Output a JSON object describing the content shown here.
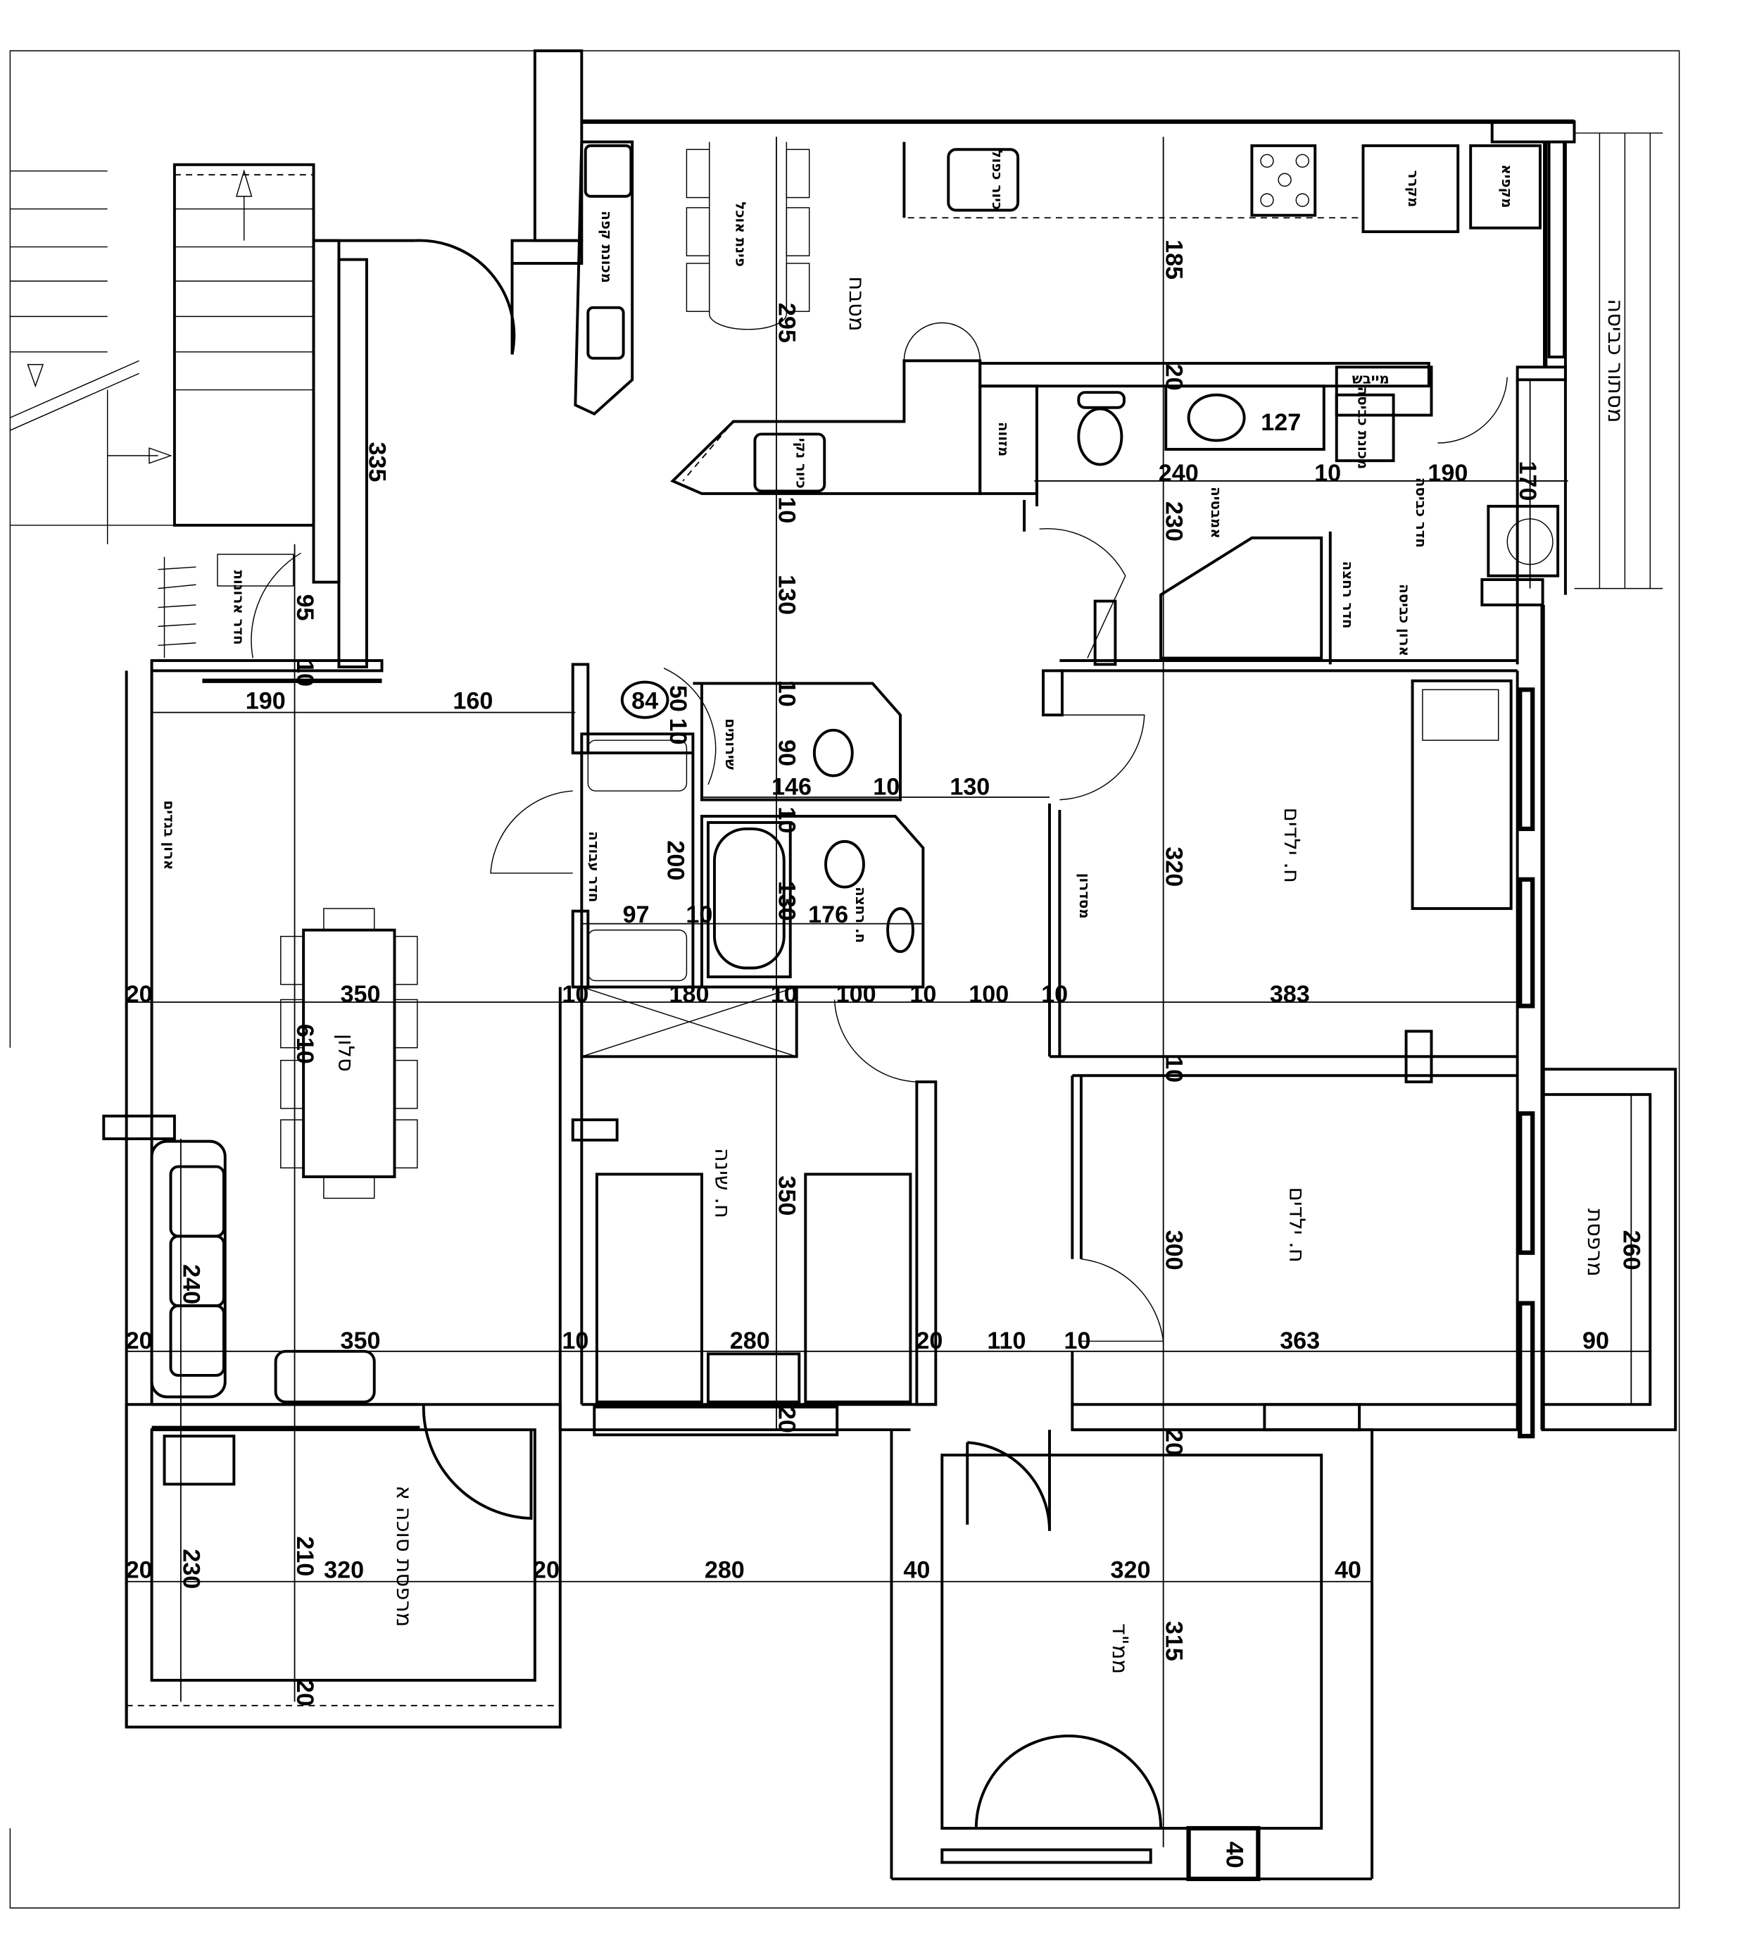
{
  "rooms": {
    "kitchen": "מטבח",
    "dining_corner": "פינת אוכל",
    "living": "סלון",
    "bedroom": "ח. שינה",
    "kids_room_1": "ח. ילדים",
    "kids_room_2": "ח. ילדים",
    "mamad": "ממ\"ד",
    "sukkah_balcony": "מרפסת סוכה א",
    "balcony": "מרפסת",
    "corridor": "מסדרון",
    "study": "חדר עבודה",
    "toilets": "שירותים",
    "shower_room": "ח. רחצה",
    "walk_in_closet": "חדר ארונות",
    "wardrobe": "ארון בגדים",
    "bathtub": "אמבטיה",
    "parents_bath": "חדר רחצה",
    "laundry_room": "חדר כביסה",
    "laundry_cabinet": "ארון כביסה",
    "laundry_screen": "מסתור כביסה"
  },
  "appliances": {
    "coffee_machine": "מכונת קפה",
    "kitchen_sink": "כיור כפול",
    "island_sink": "כיור נקי",
    "fridge": "מקרר",
    "freezer": "מקפיא",
    "pantry": "מזווה",
    "dryer": "מייבש",
    "washing_machine": "מכונת כביסה"
  },
  "dimensions": {
    "kitchen_v": [
      "295",
      "185",
      "20",
      "10",
      "130",
      "230"
    ],
    "bath_h": [
      "240",
      "10",
      "190",
      "170",
      "127"
    ],
    "entry": [
      "335",
      "95",
      "10"
    ],
    "row_555": [
      "190",
      "160",
      "84",
      "50",
      "10"
    ],
    "row_622": [
      "146",
      "10",
      "130",
      "90",
      "10"
    ],
    "row_723": [
      "97",
      "10",
      "176",
      "200",
      "130",
      "10"
    ],
    "row_790": [
      "20",
      "350",
      "10",
      "180",
      "10",
      "100",
      "10",
      "100",
      "10",
      "383",
      "320"
    ],
    "middle_v": [
      "610",
      "350",
      "10",
      "300",
      "240",
      "260"
    ],
    "row_1068": [
      "20",
      "350",
      "10",
      "280",
      "20",
      "110",
      "10",
      "363",
      "90"
    ],
    "row_1240": [
      "20",
      "230",
      "210",
      "320",
      "20",
      "280",
      "40",
      "320",
      "40",
      "20",
      "20",
      "315",
      "40",
      "20"
    ]
  }
}
